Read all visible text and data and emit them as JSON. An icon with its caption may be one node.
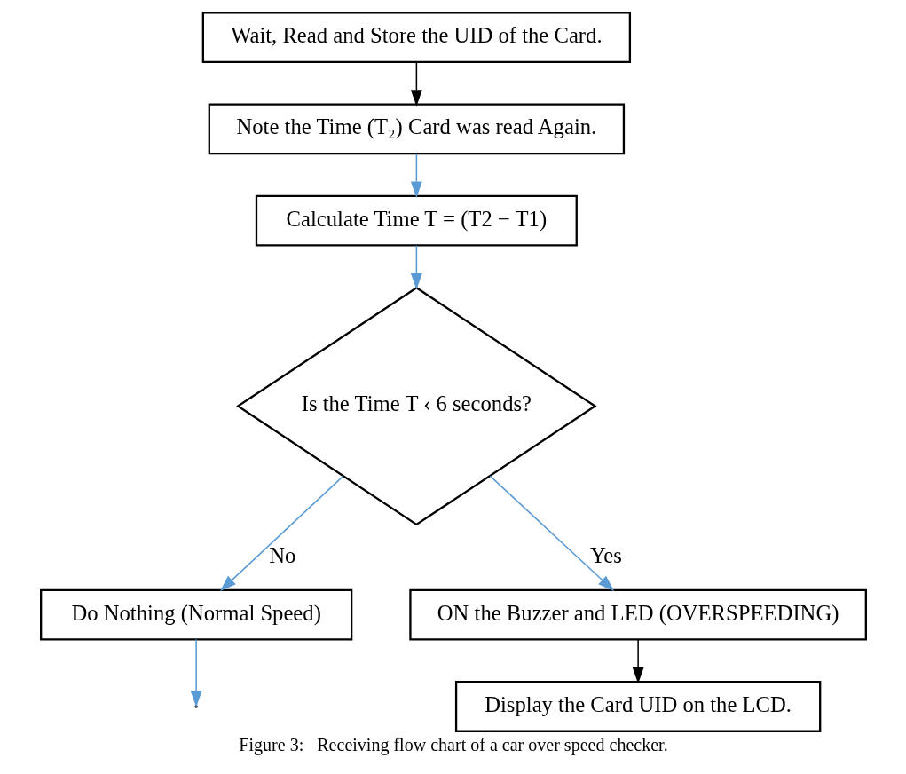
{
  "diagram": {
    "caption": "Figure 3:   Receiving flow chart of a car over speed checker.",
    "nodes": [
      {
        "text": [
          "Wait, Read and Store the UID of the Card."
        ]
      },
      {
        "text": [
          "Note the Time (T₂) Card was read Again."
        ]
      },
      {
        "text": [
          "Calculate Time T = (T2 − T1)"
        ]
      },
      {
        "text": [
          "Is the Time T ‹ 6 seconds?"
        ]
      },
      {
        "text": [
          "Do Nothing (Normal Speed)"
        ]
      },
      {
        "text": [
          "ON the Buzzer and LED (OVERSPEEDING)"
        ]
      },
      {
        "text": [
          "Display the Card UID on the LCD."
        ]
      }
    ],
    "edges": [
      {
        "from": 0,
        "to": 1,
        "arrow": "to",
        "color": "#000000"
      },
      {
        "from": 1,
        "to": 2,
        "arrow": "to"
      },
      {
        "from": 2,
        "to": 3,
        "arrow": "to"
      },
      {
        "from": 3,
        "to": 4,
        "arrow": "to",
        "label": "No"
      },
      {
        "from": 3,
        "to": 5,
        "arrow": "to",
        "label": "Yes"
      },
      {
        "from": 5,
        "to": 6,
        "arrow": "to",
        "color": "#000000"
      },
      {
        "from": 4,
        "to": null,
        "arrow": "to"
      }
    ]
  }
}
